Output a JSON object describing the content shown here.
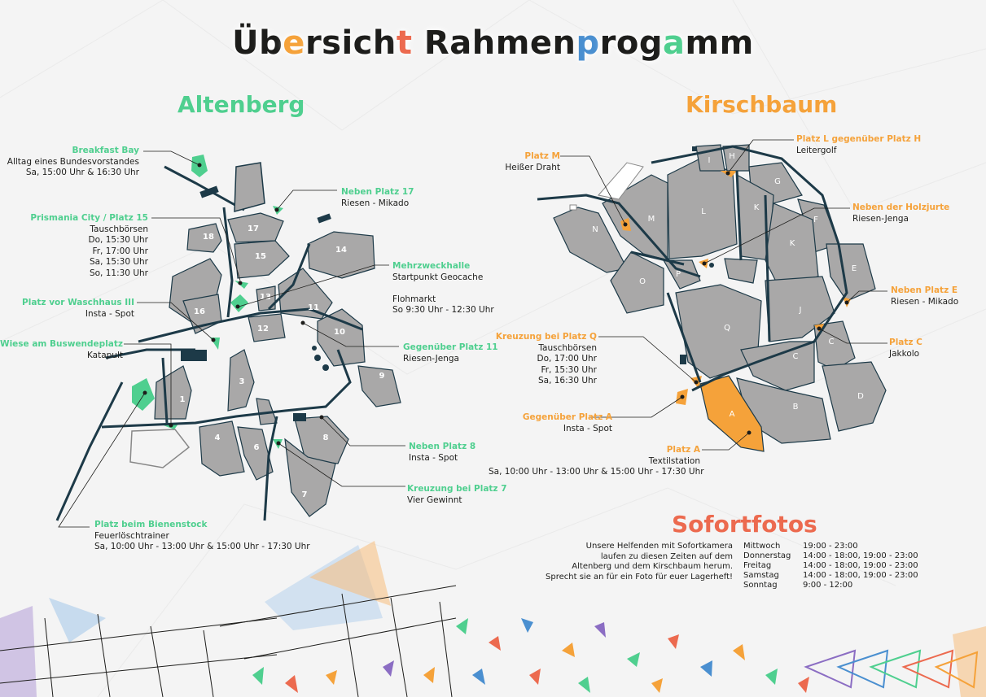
{
  "title": [
    {
      "text": "Ü",
      "color": "#1d1d1b"
    },
    {
      "text": "b",
      "color": "#1d1d1b"
    },
    {
      "text": "e",
      "color": "#f5a23a"
    },
    {
      "text": "rsich",
      "color": "#1d1d1b"
    },
    {
      "text": "t",
      "color": "#ec6a4f"
    },
    {
      "text": " Rahmen",
      "color": "#1d1d1b"
    },
    {
      "text": "p",
      "color": "#4a8fd0"
    },
    {
      "text": "rog",
      "color": "#1d1d1b"
    },
    {
      "text": "a",
      "color": "#4fcf8f"
    },
    {
      "text": "mm",
      "color": "#1d1d1b"
    }
  ],
  "colors": {
    "green": "#4fcf8f",
    "orange": "#f5a23a",
    "red": "#ec6a4f",
    "zone": "#a9a8a8",
    "path": "#1d3a48"
  },
  "altenberg": {
    "title": "Altenberg",
    "zones": [
      "1",
      "3",
      "4",
      "6",
      "7",
      "8",
      "9",
      "10",
      "11",
      "12",
      "13",
      "14",
      "15",
      "16",
      "17",
      "18"
    ],
    "labels": {
      "breakfast": {
        "h": "Breakfast Bay",
        "t": [
          "Alltag eines Bundesvorstandes",
          "Sa, 15:00 Uhr & 16:30 Uhr"
        ]
      },
      "prismania": {
        "h": "Prismania City / Platz 15",
        "t": [
          "Tauschbörsen",
          "Do, 15:30 Uhr",
          "Fr, 17:00 Uhr",
          "Sa, 15:30 Uhr",
          "So, 11:30 Uhr"
        ]
      },
      "waschhaus": {
        "h": "Platz vor Waschhaus III",
        "t": [
          "Insta - Spot"
        ]
      },
      "buswende": {
        "h": "Wiese am Buswendeplatz",
        "t": [
          "Katapult"
        ]
      },
      "bienenstock": {
        "h": "Platz beim Bienenstock",
        "t": [
          "Feuerlöschtrainer",
          "Sa, 10:00 Uhr - 13:00 Uhr & 15:00 Uhr - 17:30 Uhr"
        ]
      },
      "neben17": {
        "h": "Neben Platz 17",
        "t": [
          "Riesen - Mikado"
        ]
      },
      "mehrzweck": {
        "h": "Mehrzweckhalle",
        "t": [
          "Startpunkt Geocache",
          "",
          "Flohmarkt",
          "So 9:30 Uhr - 12:30 Uhr"
        ]
      },
      "gegen11": {
        "h": "Gegenüber Platz 11",
        "t": [
          "Riesen-Jenga"
        ]
      },
      "neben8": {
        "h": "Neben Platz 8",
        "t": [
          "Insta - Spot"
        ]
      },
      "kreuz7": {
        "h": "Kreuzung bei Platz 7",
        "t": [
          "Vier Gewinnt"
        ]
      }
    }
  },
  "kirschbaum": {
    "title": "Kirschbaum",
    "zones": [
      "A",
      "B",
      "C",
      "C",
      "D",
      "E",
      "F",
      "G",
      "H",
      "I",
      "J",
      "K",
      "K",
      "L",
      "M",
      "N",
      "O",
      "P",
      "Q"
    ],
    "labels": {
      "platzM": {
        "h": "Platz M",
        "t": [
          "Heißer Draht"
        ]
      },
      "platzL": {
        "h": "Platz L gegenüber Platz H",
        "t": [
          "Leitergolf"
        ]
      },
      "holzjurte": {
        "h": "Neben der Holzjurte",
        "t": [
          "Riesen-Jenga"
        ]
      },
      "platzE": {
        "h": "Neben Platz E",
        "t": [
          "Riesen - Mikado"
        ]
      },
      "platzC": {
        "h": "Platz C",
        "t": [
          "Jakkolo"
        ]
      },
      "kreuzQ": {
        "h": "Kreuzung bei Platz Q",
        "t": [
          "Tauschbörsen",
          "Do, 17:00 Uhr",
          "Fr, 15:30 Uhr",
          "Sa, 16:30 Uhr"
        ]
      },
      "gegenA": {
        "h": "Gegenüber Platz A",
        "t": [
          "Insta - Spot"
        ]
      },
      "platzA": {
        "h": "Platz A",
        "t": [
          "Textilstation",
          "Sa, 10:00 Uhr - 13:00 Uhr & 15:00 Uhr - 17:30 Uhr"
        ]
      }
    }
  },
  "sofortfotos": {
    "title": "Sofortfotos",
    "text": [
      "Unsere Helfenden mit Sofortkamera",
      "laufen zu diesen Zeiten auf dem",
      "Altenberg und dem Kirschbaum herum.",
      "Sprecht sie an für ein Foto für euer Lagerheft!"
    ],
    "schedule": [
      {
        "day": "Mittwoch",
        "time": "19:00 - 23:00"
      },
      {
        "day": "Donnerstag",
        "time": "14:00 - 18:00, 19:00 - 23:00"
      },
      {
        "day": "Freitag",
        "time": "14:00 - 18:00, 19:00 - 23:00"
      },
      {
        "day": "Samstag",
        "time": "14:00 - 18:00, 19:00 - 23:00"
      },
      {
        "day": "Sonntag",
        "time": "9:00 - 12:00"
      }
    ]
  }
}
